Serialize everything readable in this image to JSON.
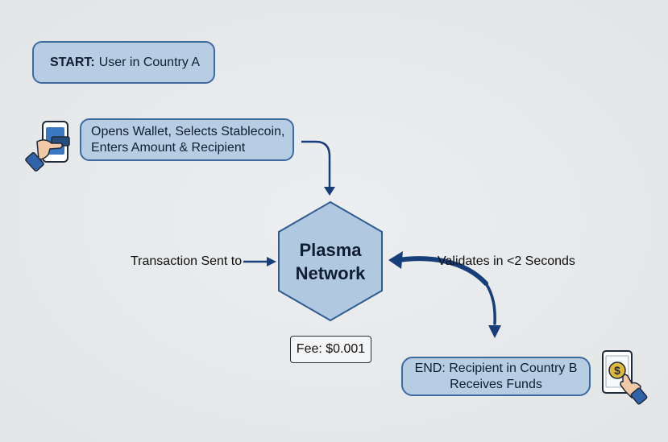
{
  "nodes": {
    "start": {
      "prefix": "START:",
      "text": "User in Country A"
    },
    "open": {
      "line1": "Opens Wallet, Selects Stablecoin,",
      "line2": "Enters Amount & Recipient"
    },
    "network": {
      "line1": "Plasma",
      "line2": "Network"
    },
    "end": {
      "line1": "END: Recipient in Country B",
      "line2": "Receives Funds"
    }
  },
  "labels": {
    "sent": "Transaction Sent to",
    "validates": "Validates in <2 Seconds",
    "fee": "Fee: $0.001"
  },
  "icons": {
    "left": "phone-wallet-hand-icon",
    "right": "tablet-dollar-tap-icon"
  },
  "colors": {
    "box_fill": "#b7cde4",
    "box_border": "#3d6ba0",
    "arrow": "#173d7a",
    "background": "#e4e6e8"
  }
}
